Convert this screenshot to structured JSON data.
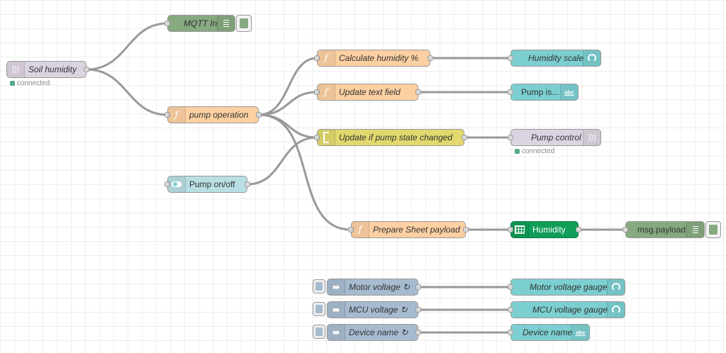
{
  "colors": {
    "inject": "#a6bbcf",
    "function": "#fdd0a2",
    "debug": "#87a980",
    "websocket": "#d7d7d7",
    "websocket_light": "#dcd3e0",
    "dashboard": "#7ccfd1",
    "dashboard_light": "#b8dfe4",
    "rbe": "#e2d96e",
    "sheets": "#0f9d58",
    "status_connected": "#5a8"
  },
  "nodes": {
    "soil_humidity": {
      "label": "Soil humidity",
      "icon": "websocket-icon",
      "status": "connected"
    },
    "mqtt_in": {
      "label": "MQTT In",
      "icon": "list-icon"
    },
    "pump_operation": {
      "label": "pump operation",
      "icon": "function-icon"
    },
    "pump_onoff": {
      "label": "Pump on/off",
      "icon": "switch-icon"
    },
    "calculate_humidity": {
      "label": "Calculate humidity %",
      "icon": "function-icon"
    },
    "update_text_field": {
      "label": "Update text field",
      "icon": "function-icon"
    },
    "update_if_pump": {
      "label": "Update if pump state changed",
      "icon": "rbe-icon"
    },
    "prepare_sheet": {
      "label": "Prepare Sheet payload",
      "icon": "function-icon"
    },
    "humidity_scale": {
      "label": "Humidity scale",
      "icon": "gauge-icon"
    },
    "pump_is": {
      "label": "Pump is...",
      "icon": "text-icon",
      "icon_text": "abc"
    },
    "pump_control": {
      "label": "Pump control",
      "icon": "websocket-icon",
      "status": "connected"
    },
    "humidity_sheet": {
      "label": "Humidity",
      "icon": "sheet-icon"
    },
    "msg_payload": {
      "label": "msg.payload",
      "icon": "list-icon"
    },
    "motor_voltage": {
      "label": "Motor voltage ↻",
      "icon": "inject-icon"
    },
    "mcu_voltage": {
      "label": "MCU voltage ↻",
      "icon": "inject-icon"
    },
    "device_name": {
      "label": "Device name ↻",
      "icon": "inject-icon"
    },
    "motor_gauge": {
      "label": "Motor voltage gauge",
      "icon": "gauge-icon"
    },
    "mcu_gauge": {
      "label": "MCU voltage gauge",
      "icon": "gauge-icon"
    },
    "device_name_text": {
      "label": "Device name",
      "icon": "text-icon",
      "icon_text": "abc"
    }
  }
}
